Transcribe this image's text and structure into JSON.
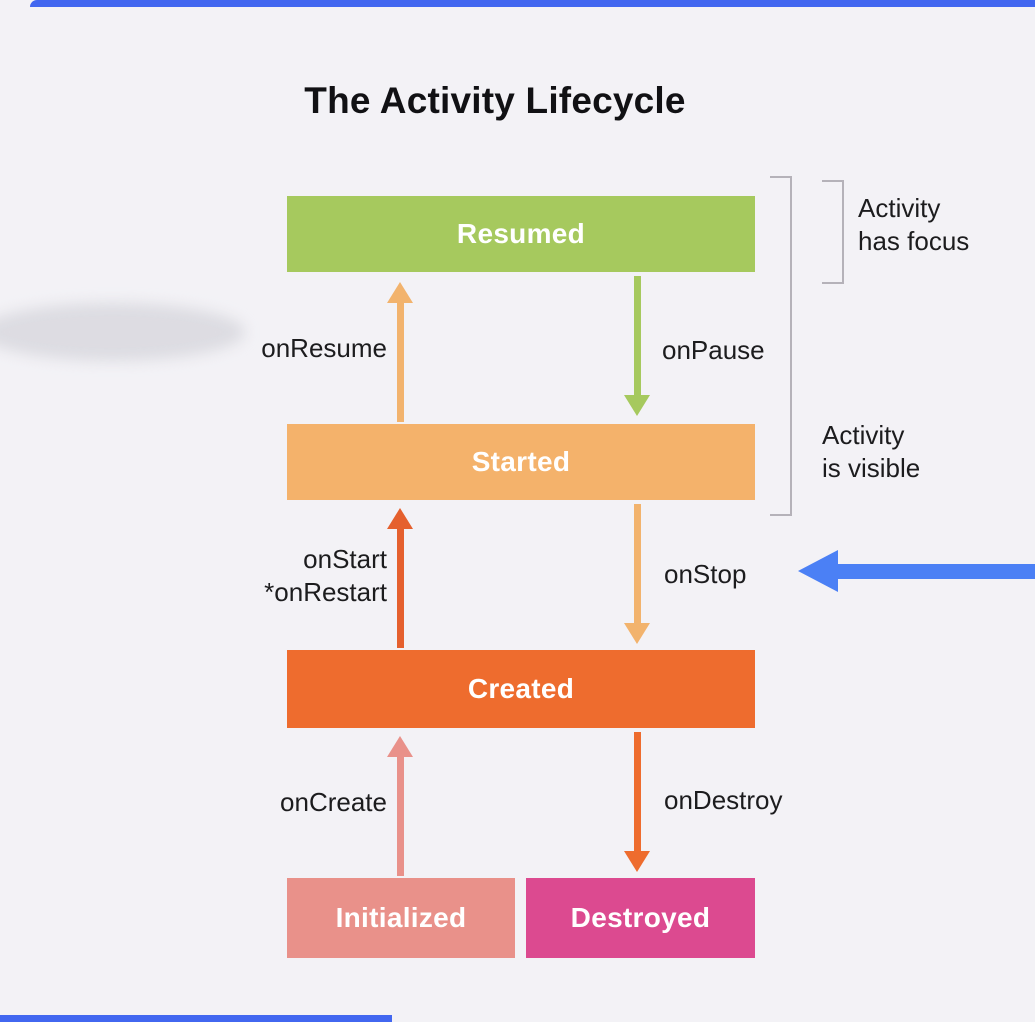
{
  "title": "The Activity Lifecycle",
  "states": {
    "resumed": {
      "label": "Resumed",
      "color": "#a6c95e"
    },
    "started": {
      "label": "Started",
      "color": "#f4b26b"
    },
    "created": {
      "label": "Created",
      "color": "#ee6c2e"
    },
    "initialized": {
      "label": "Initialized",
      "color": "#e9918a"
    },
    "destroyed": {
      "label": "Destroyed",
      "color": "#dc4a90"
    }
  },
  "transitions": {
    "onResume": {
      "label": "onResume",
      "direction": "up",
      "color": "#f2b36d"
    },
    "onPause": {
      "label": "onPause",
      "direction": "down",
      "color": "#a6c95e"
    },
    "onStart": {
      "label": "onStart\n*onRestart",
      "direction": "up",
      "color": "#e5602e"
    },
    "onStop": {
      "label": "onStop",
      "direction": "down",
      "color": "#f2b36d"
    },
    "onCreate": {
      "label": "onCreate",
      "direction": "up",
      "color": "#e9918a"
    },
    "onDestroy": {
      "label": "onDestroy",
      "direction": "down",
      "color": "#ee6c2e"
    }
  },
  "annotations": {
    "focus": {
      "label": "Activity\nhas focus"
    },
    "visible": {
      "label": "Activity\nis visible"
    },
    "bracket_color": "#b5b2b9"
  },
  "pointer": {
    "color": "#4b80f5"
  },
  "frame": {
    "color": "#4267f0"
  }
}
